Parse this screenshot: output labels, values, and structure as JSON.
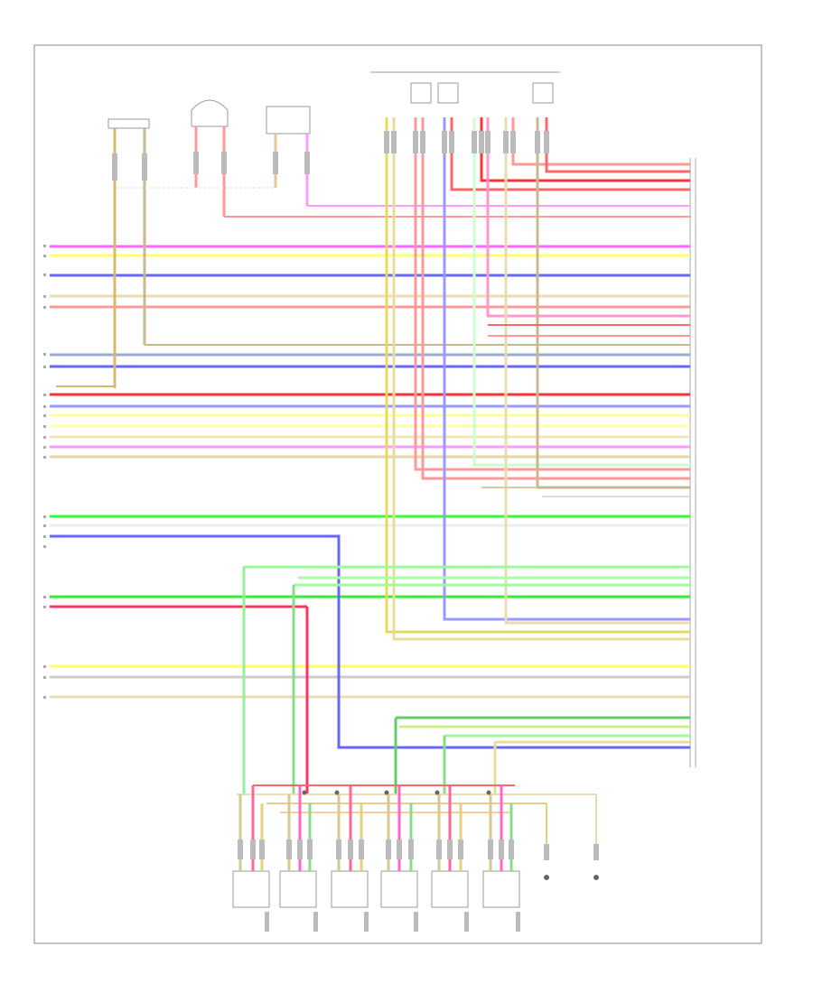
{
  "diagram": {
    "footer_code": "",
    "footer_center": "",
    "connector_label": "",
    "top_harness_caption": "",
    "bottom_harness_caption": "",
    "colors": {
      "pink": "#ff33ff",
      "magenta_light": "#ff99ff",
      "yellow": "#ffff66",
      "yellow_dark": "#e0d060",
      "blue": "#3333ff",
      "blue_light": "#9999ff",
      "red": "#ff3333",
      "red_light": "#ff9999",
      "tan": "#e8dcb0",
      "tan_dark": "#c8b080",
      "green": "#33ff33",
      "green_light": "#99ff99",
      "grey": "#aaaaaa",
      "steel": "#99aacc",
      "frame": "#777777"
    },
    "top_components": [
      {
        "id": "c1",
        "label": ""
      },
      {
        "id": "c2",
        "label": ""
      },
      {
        "id": "c3",
        "label": ""
      }
    ],
    "bottom_components": [
      {
        "id": "inj1",
        "label": ""
      },
      {
        "id": "inj2",
        "label": ""
      },
      {
        "id": "inj3",
        "label": ""
      },
      {
        "id": "inj4",
        "label": ""
      },
      {
        "id": "inj5",
        "label": ""
      },
      {
        "id": "inj6",
        "label": ""
      }
    ],
    "left_block_caption": ""
  }
}
